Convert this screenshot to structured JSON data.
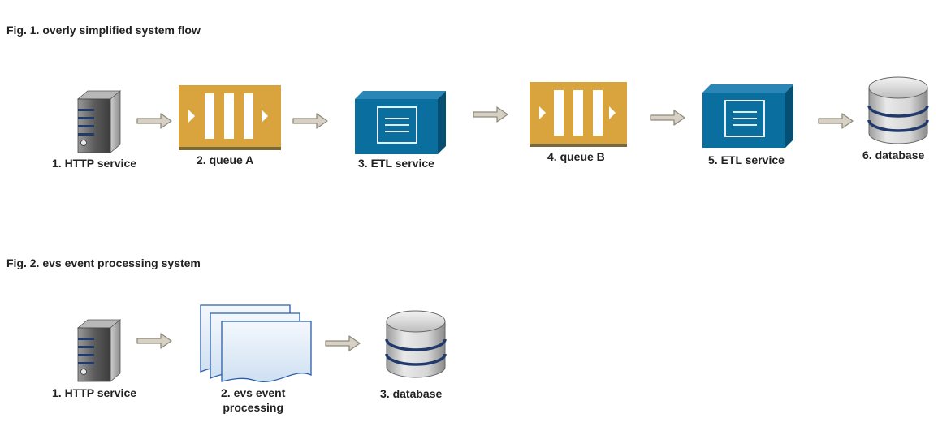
{
  "fig1": {
    "title": "Fig. 1. overly simplified system flow",
    "nodes": [
      {
        "id": "http",
        "label": "1. HTTP service",
        "icon": "server-icon"
      },
      {
        "id": "queue-a",
        "label": "2. queue A",
        "icon": "queue-icon"
      },
      {
        "id": "etl-1",
        "label": "3. ETL service",
        "icon": "etl-service-icon"
      },
      {
        "id": "queue-b",
        "label": "4. queue B",
        "icon": "queue-icon"
      },
      {
        "id": "etl-2",
        "label": "5. ETL service",
        "icon": "etl-service-icon"
      },
      {
        "id": "db",
        "label": "6. database",
        "icon": "database-icon"
      }
    ]
  },
  "fig2": {
    "title": "Fig. 2. evs event processing system",
    "nodes": [
      {
        "id": "http",
        "label": "1. HTTP service",
        "icon": "server-icon"
      },
      {
        "id": "evs",
        "label_line1": "2. evs event",
        "label_line2": "processing",
        "icon": "documents-icon"
      },
      {
        "id": "db",
        "label": "3. database",
        "icon": "database-icon"
      }
    ]
  },
  "colors": {
    "queue_gold": "#D9A43E",
    "queue_base": "#7A6A3A",
    "etl_blue": "#0A6E9E",
    "arrow_fill": "#D6D1C4",
    "arrow_stroke": "#8F8A7A",
    "server_gray": "#6E6E6E",
    "stripe_navy": "#1F3A6B"
  }
}
